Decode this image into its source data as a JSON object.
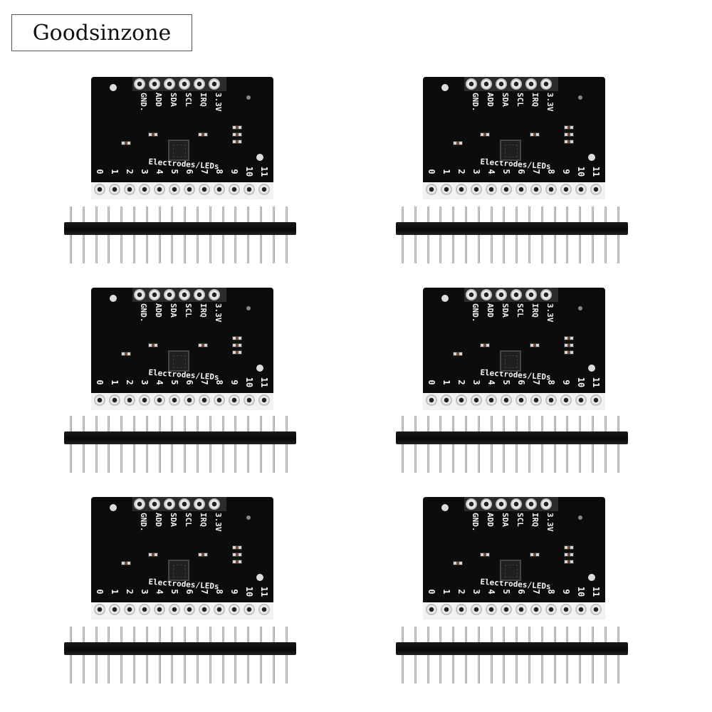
{
  "brand": {
    "text": "Goodsinzone"
  },
  "board": {
    "top_labels": [
      "GND.",
      "ADD",
      "SDA",
      "SCL",
      "IRQ",
      "3.3V"
    ],
    "caption": "Electrodes/LEDs",
    "bottom_numbers": [
      "0",
      "1",
      "2",
      "3",
      "4",
      "5",
      "6",
      "7",
      "8",
      "9",
      "10",
      "11"
    ]
  },
  "header_pin_count": 18,
  "colors": {
    "pcb": "#0c0c0c",
    "silkscreen": "#f4f4f4",
    "header": "#111111",
    "pins": "#c8c8c8"
  }
}
